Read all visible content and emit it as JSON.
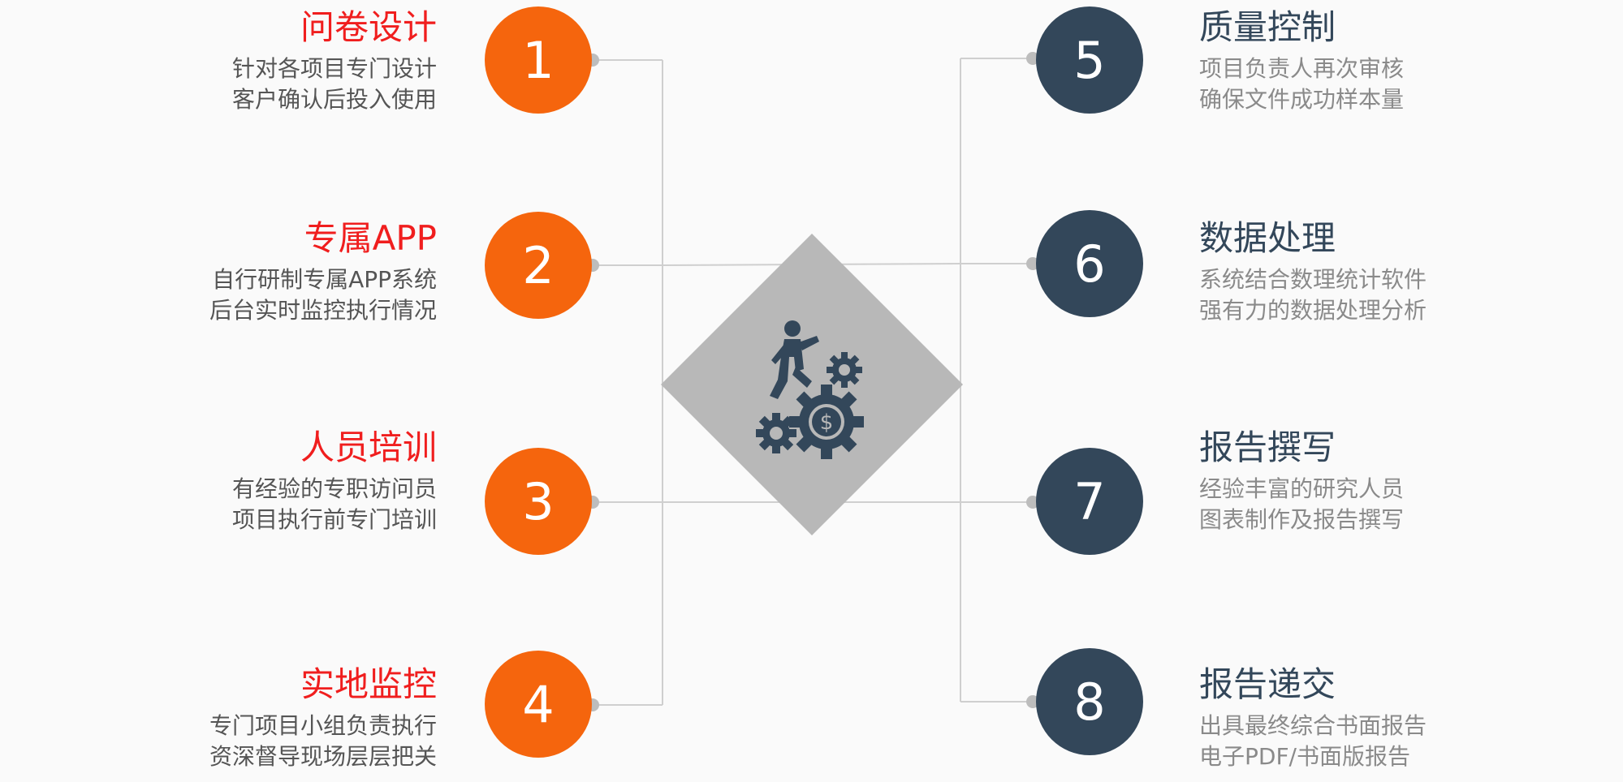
{
  "colors": {
    "left_accent": "#f5650d",
    "left_title": "#f01e1e",
    "right_accent": "#33475a",
    "center_diamond": "#b8b8b8",
    "connector": "#cfcfcf"
  },
  "center": {
    "icon": "businessman-climbing-gears-dollar-icon"
  },
  "steps": [
    {
      "number": "1",
      "title": "问卷设计",
      "lines": [
        "针对各项目专门设计",
        "客户确认后投入使用"
      ]
    },
    {
      "number": "2",
      "title": "专属APP",
      "lines": [
        "自行研制专属APP系统",
        "后台实时监控执行情况"
      ]
    },
    {
      "number": "3",
      "title": "人员培训",
      "lines": [
        "有经验的专职访问员",
        "项目执行前专门培训"
      ]
    },
    {
      "number": "4",
      "title": "实地监控",
      "lines": [
        "专门项目小组负责执行",
        "资深督导现场层层把关"
      ]
    },
    {
      "number": "5",
      "title": "质量控制",
      "lines": [
        "项目负责人再次审核",
        "确保文件成功样本量"
      ]
    },
    {
      "number": "6",
      "title": "数据处理",
      "lines": [
        "系统结合数理统计软件",
        "强有力的数据处理分析"
      ]
    },
    {
      "number": "7",
      "title": "报告撰写",
      "lines": [
        "经验丰富的研究人员",
        "图表制作及报告撰写"
      ]
    },
    {
      "number": "8",
      "title": "报告递交",
      "lines": [
        "出具最终综合书面报告",
        "电子PDF/书面版报告"
      ]
    }
  ]
}
